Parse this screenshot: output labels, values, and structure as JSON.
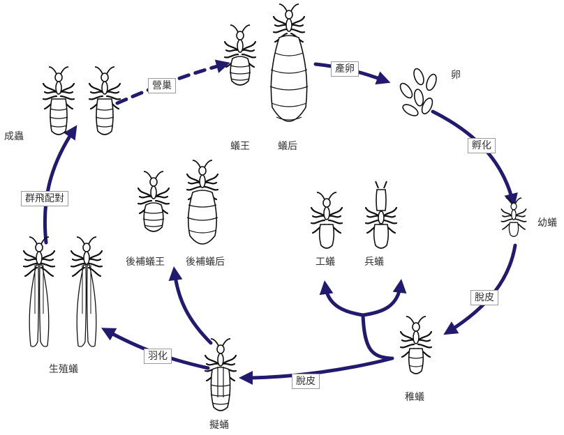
{
  "colors": {
    "arrow": "#221a6e",
    "stroke": "#111111",
    "text": "#333333",
    "box_border": "#9a9a9a"
  },
  "stages": {
    "egg": "卵",
    "larva": "幼蟻",
    "nymph": "稚蟻",
    "pupa": "擬蛹",
    "reproductive": "生殖蟻",
    "adult": "成蟲",
    "king": "蟻王",
    "queen": "蟻后",
    "worker": "工蟻",
    "soldier": "兵蟻",
    "secondary_king": "後補蟻王",
    "secondary_queen": "後補蟻后"
  },
  "transitions": {
    "nesting": "營巢",
    "egg_laying": "產卵",
    "hatching": "孵化",
    "molt_1": "脫皮",
    "molt_2": "脫皮",
    "emergence": "羽化",
    "swarming": "群飛配對"
  }
}
